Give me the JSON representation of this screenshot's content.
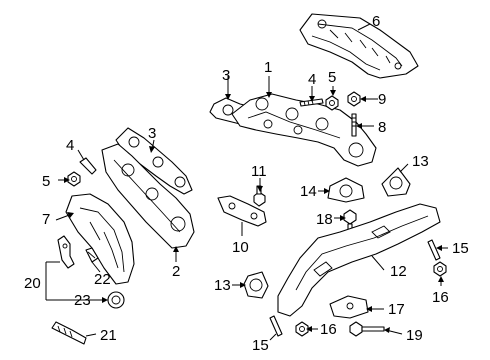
{
  "diagram": {
    "callouts": [
      {
        "id": "c1",
        "label": "1"
      },
      {
        "id": "c2",
        "label": "2"
      },
      {
        "id": "c3a",
        "label": "3"
      },
      {
        "id": "c3b",
        "label": "3"
      },
      {
        "id": "c4a",
        "label": "4"
      },
      {
        "id": "c4b",
        "label": "4"
      },
      {
        "id": "c5a",
        "label": "5"
      },
      {
        "id": "c5b",
        "label": "5"
      },
      {
        "id": "c6",
        "label": "6"
      },
      {
        "id": "c7",
        "label": "7"
      },
      {
        "id": "c8",
        "label": "8"
      },
      {
        "id": "c9",
        "label": "9"
      },
      {
        "id": "c10",
        "label": "10"
      },
      {
        "id": "c11",
        "label": "11"
      },
      {
        "id": "c12",
        "label": "12"
      },
      {
        "id": "c13a",
        "label": "13"
      },
      {
        "id": "c13b",
        "label": "13"
      },
      {
        "id": "c14",
        "label": "14"
      },
      {
        "id": "c15a",
        "label": "15"
      },
      {
        "id": "c15b",
        "label": "15"
      },
      {
        "id": "c16a",
        "label": "16"
      },
      {
        "id": "c16b",
        "label": "16"
      },
      {
        "id": "c17",
        "label": "17"
      },
      {
        "id": "c18",
        "label": "18"
      },
      {
        "id": "c19",
        "label": "19"
      },
      {
        "id": "c20",
        "label": "20"
      },
      {
        "id": "c21",
        "label": "21"
      },
      {
        "id": "c22",
        "label": "22"
      },
      {
        "id": "c23",
        "label": "23"
      }
    ]
  }
}
